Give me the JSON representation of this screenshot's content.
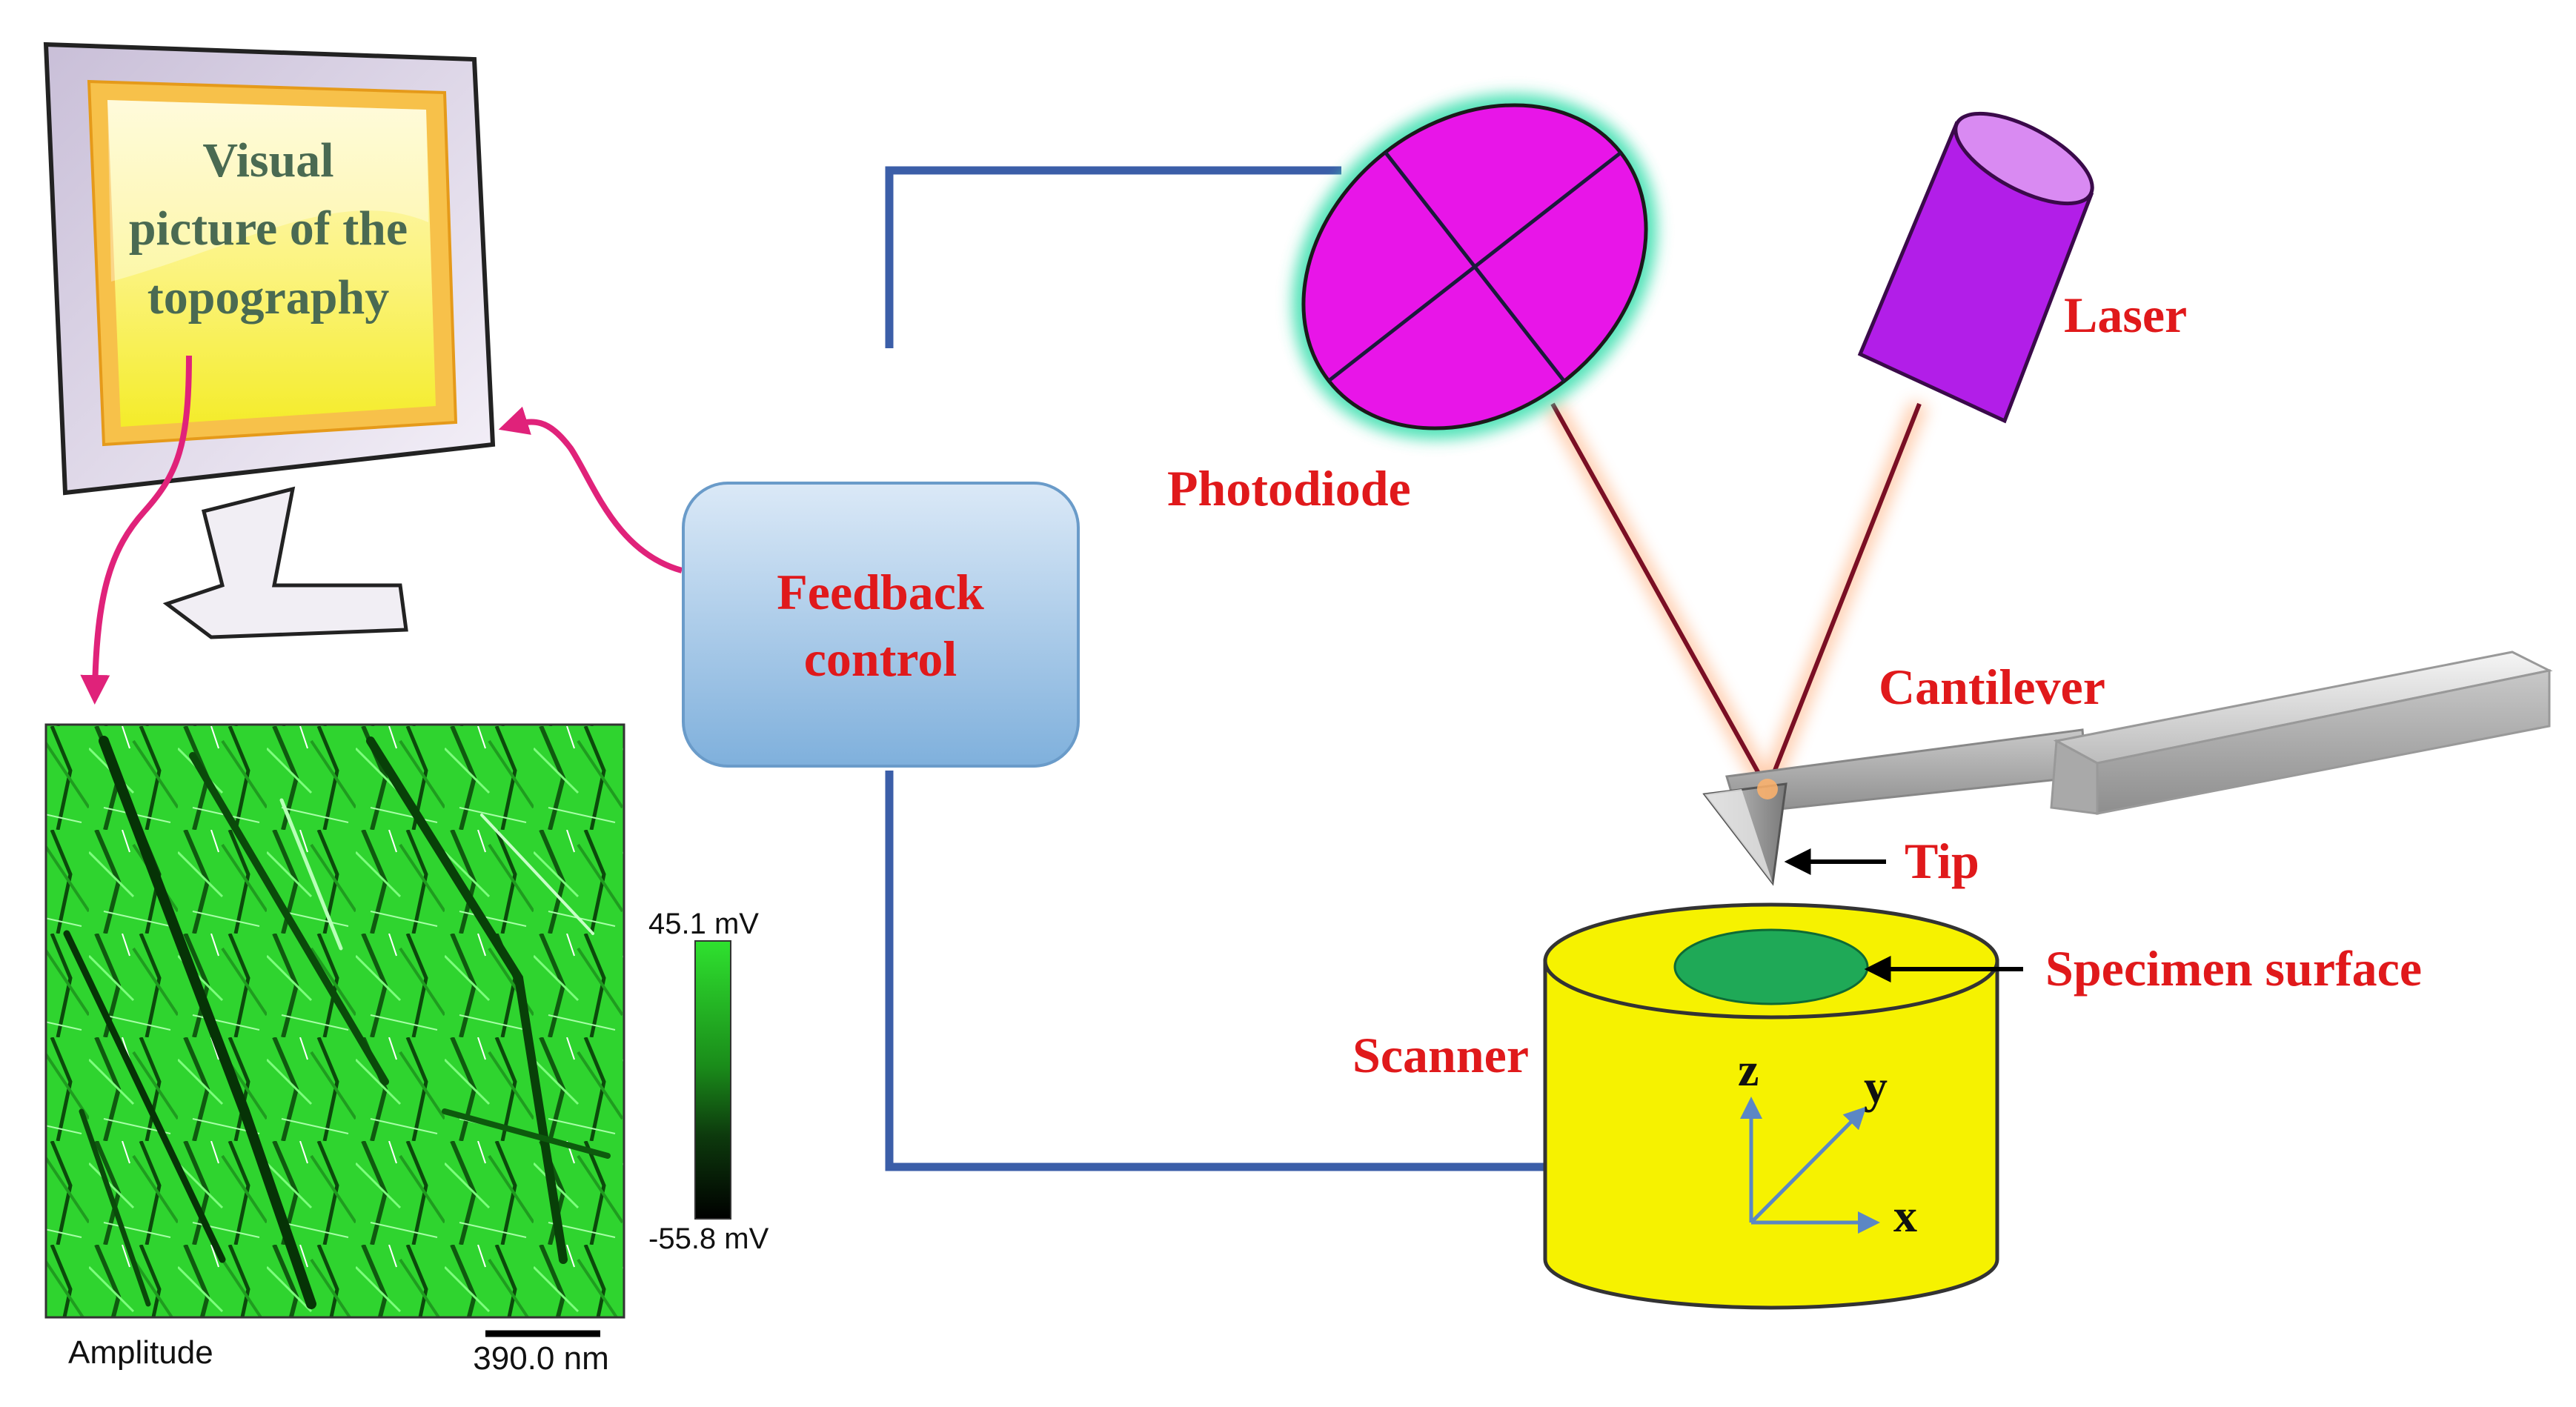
{
  "monitor": {
    "lines": [
      "Visual",
      "picture of the",
      "topography"
    ]
  },
  "feedback": {
    "lines": [
      "Feedback",
      "control"
    ]
  },
  "labels": {
    "photodiode": "Photodiode",
    "laser": "Laser",
    "cantilever": "Cantilever",
    "tip": "Tip",
    "specimen": "Specimen surface",
    "scanner": "Scanner"
  },
  "axes": {
    "z": "z",
    "y": "y",
    "x": "x"
  },
  "afm_image": {
    "caption": "Amplitude",
    "scale_bar": "390.0 nm",
    "colorbar_max": "45.1 mV",
    "colorbar_min": "-55.8 mV"
  },
  "colors": {
    "label_red": "#e0191b",
    "photodiode": "#e815e8",
    "laser": "#b21ee8",
    "scanner": "#f6f200",
    "specimen": "#1fa957",
    "wire": "#3b5ea8",
    "afm_green": "#2fd42f"
  }
}
